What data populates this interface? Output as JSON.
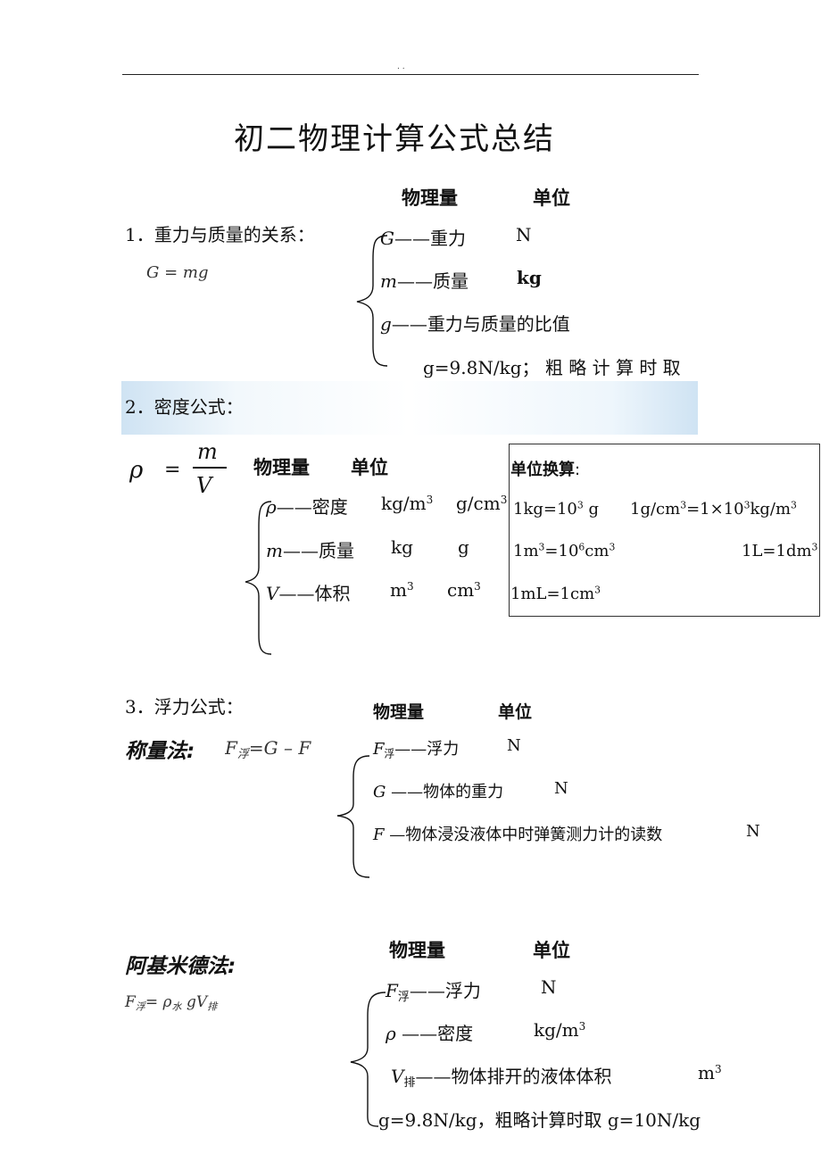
{
  "header": {
    "dots": ". ."
  },
  "title": "初二物理计算公式总结",
  "s1": {
    "heading": "1．重力与质量的关系：",
    "formula": "G = mg",
    "col_quantity": "物理量",
    "col_unit": "单位",
    "rows": [
      {
        "sym": "G",
        "dash": "——",
        "name": "重力",
        "unit": "N"
      },
      {
        "sym": "m",
        "dash": "——",
        "name": "质量",
        "unit": "kg"
      },
      {
        "sym": "g",
        "dash": "——",
        "name": "重力与质量的比值"
      }
    ],
    "note": "g=9.8N/kg；  粗 略 计 算 时 取"
  },
  "s2": {
    "heading": "2．密度公式：",
    "formula_lhs": "ρ",
    "formula_eq": "=",
    "formula_num": "m",
    "formula_den": "V",
    "col_quantity": "物理量",
    "col_unit": "单位",
    "rows": [
      {
        "sym": "ρ",
        "dash": "——",
        "name": "密度",
        "unit1": "kg/m",
        "unit1_sup": "3",
        "unit2": "g/cm",
        "unit2_sup": "3"
      },
      {
        "sym": "m",
        "dash": "——",
        "name": "质量",
        "unit1": "kg",
        "unit2": "g"
      },
      {
        "sym": "V",
        "dash": "——",
        "name": "体积",
        "unit1": "m",
        "unit1_sup": "3",
        "unit2": "cm",
        "unit2_sup": "3"
      }
    ],
    "conversion": {
      "title": "单位换算",
      "title_colon": ":",
      "line1a": "1kg=10",
      "line1a_sup": "3",
      "line1a_tail": " g",
      "line1b": "1g/cm",
      "line1b_sup": "3",
      "line1b_mid": "=1×10",
      "line1b_sup2": "3",
      "line1b_tail": "kg/m",
      "line1b_sup3": "3",
      "line2a": "1m",
      "line2a_sup": "3",
      "line2a_mid": "=10",
      "line2a_sup2": "6",
      "line2a_tail": "cm",
      "line2a_sup3": "3",
      "line2b": "1L=1dm",
      "line2b_sup": "3",
      "line3": "1mL=1cm",
      "line3_sup": "3"
    }
  },
  "s3": {
    "heading": "3．浮力公式：",
    "method1": "称量法:",
    "formula1_f": "F",
    "formula1_sub": "浮",
    "formula1_rest": "=G  –  F",
    "col_quantity": "物理量",
    "col_unit": "单位",
    "rows": [
      {
        "sym": "F",
        "sub": "浮",
        "dash": "——",
        "name": "浮力",
        "unit": "N"
      },
      {
        "sym": "G",
        "dash": " ——",
        "name": "物体的重力",
        "unit": "N"
      },
      {
        "sym": "F",
        "dash": " —",
        "name": "物体浸没液体中时弹簧测力计的读数",
        "unit": "N"
      }
    ]
  },
  "s4": {
    "method": "阿基米德法:",
    "formula_f": "F",
    "formula_sub1": "浮",
    "formula_eq": "= ρ",
    "formula_sub2": "水",
    "formula_g": " gV",
    "formula_sub3": "排",
    "col_quantity": "物理量",
    "col_unit": "单位",
    "rows": [
      {
        "sym": "F",
        "sub": "浮",
        "dash": "——",
        "name": "浮力",
        "unit": "N"
      },
      {
        "sym": "ρ",
        "dash": " ——",
        "name": "密度",
        "unit": "kg/m",
        "unit_sup": "3"
      },
      {
        "sym": "V",
        "sub": "排",
        "dash": "——",
        "name": "物体排开的液体体积",
        "unit": "m",
        "unit_sup": "3"
      }
    ],
    "note": "g=9.8N/kg，粗略计算时取 g=10N/kg"
  }
}
